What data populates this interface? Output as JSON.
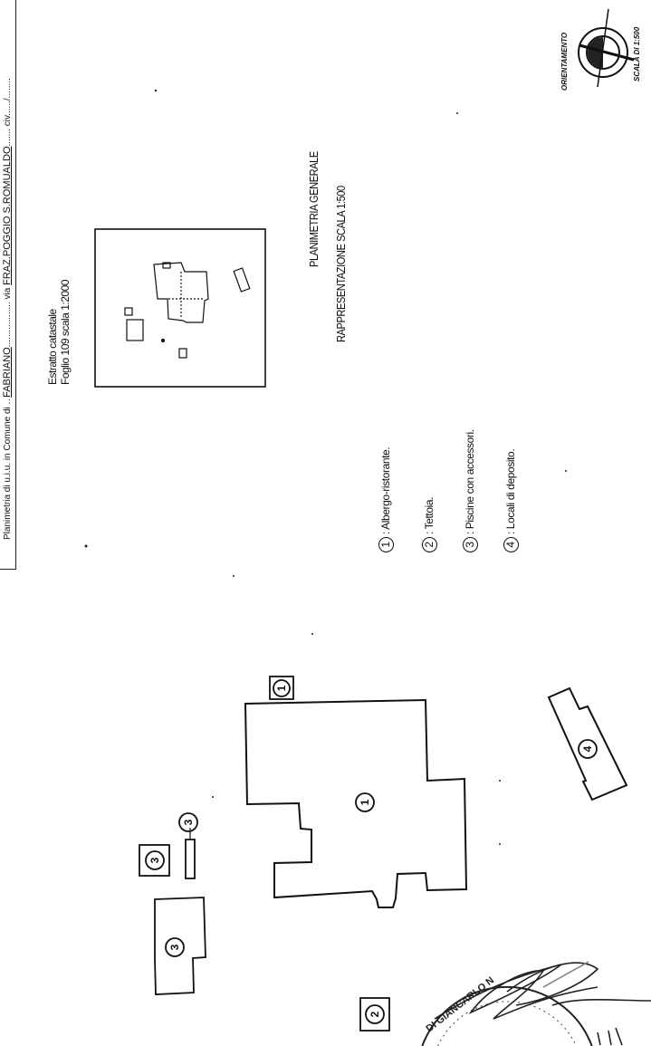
{
  "header": {
    "prefix": "Planimetria di u.i.u. in Comune di",
    "comune": "FABRIANO",
    "via_label": "via",
    "via": "FRAZ.POGGIO S.ROMUALDO",
    "civ_label": "civ."
  },
  "estratto": {
    "line1": "Estratto catastale",
    "line2": "Foglio 109  scala 1:2000"
  },
  "titles": {
    "main": "PLANIMETRIA  GENERALE",
    "scale": "RAPPRESENTAZIONE  SCALA 1:500"
  },
  "legend": [
    {
      "num": "1",
      "label": ": Albergo-ristorante."
    },
    {
      "num": "2",
      "label": ": Tettoia."
    },
    {
      "num": "3",
      "label": ": Piscine con accessori."
    },
    {
      "num": "4",
      "label": ": Locali di deposito."
    }
  ],
  "compass": {
    "label": "ORIENTAMENTO",
    "scale": "SCALA DI 1:500"
  },
  "plan_labels": {
    "main_building": "1",
    "main_building_tag": "1",
    "storage": "4",
    "pool_small": "3",
    "pool_small_tag": "3",
    "pool_large": "3",
    "canopy_tag": "2"
  },
  "stamp": {
    "text": "DI GIANCARLO N..."
  }
}
